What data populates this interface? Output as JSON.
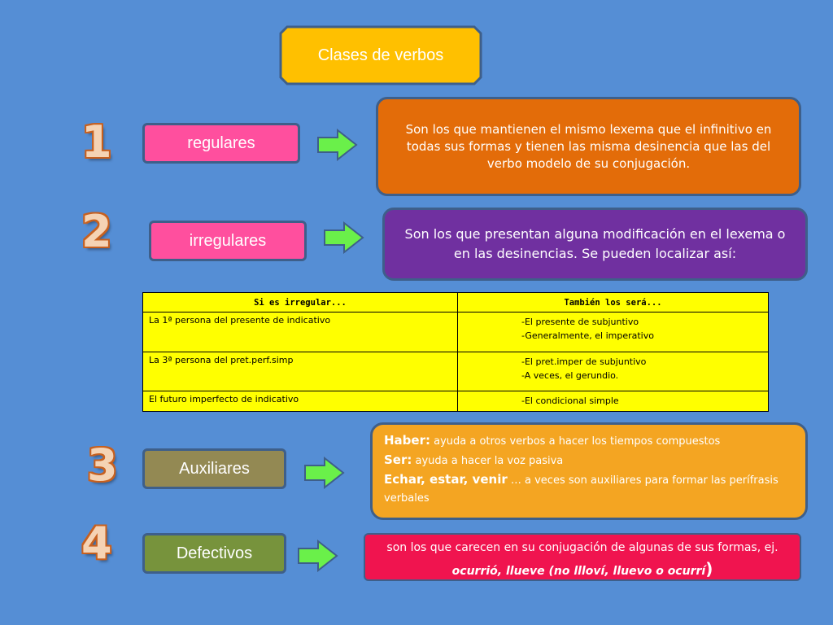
{
  "title": "Clases de verbos",
  "colors": {
    "background": "#558ed5",
    "title_box": "#ffc000",
    "regulares": "#ff4f9e",
    "irregulares": "#ff4f9e",
    "auxiliares": "#938953",
    "defectivos": "#77933c",
    "desc_regulares": "#e36c09",
    "desc_irregulares": "#7030a0",
    "desc_auxiliares": "#f4a522",
    "desc_defectivos": "#f0144f",
    "arrow": "#6af04a",
    "table": "#ffff00"
  },
  "sections": [
    {
      "number": "1",
      "label": "regulares",
      "description": "Son los que mantienen el mismo lexema que el infinitivo en todas sus formas y tienen las misma desinencia que las del verbo modelo de su conjugación."
    },
    {
      "number": "2",
      "label": "irregulares",
      "description": "Son los que presentan alguna modificación en el lexema o en las desinencias. Se pueden localizar así:"
    },
    {
      "number": "3",
      "label": "Auxiliares",
      "items": [
        {
          "key": "Haber:",
          "text": "ayuda a otros verbos a hacer los tiempos compuestos"
        },
        {
          "key": "Ser:",
          "text": "ayuda a hacer la voz pasiva"
        },
        {
          "key": "Echar, estar, venir",
          "text": "… a veces son auxiliares para formar las perífrasis verbales"
        }
      ]
    },
    {
      "number": "4",
      "label": "Defectivos",
      "description_start": "son los que carecen en su conjugación de algunas de sus formas, ej.",
      "description_emphasis": "ocurrió, llueve (no llloví, lluevo o ocurrí",
      "description_end": ")"
    }
  ],
  "table": {
    "headers": [
      "Si es irregular...",
      "También los será..."
    ],
    "rows": [
      {
        "left": "La 1ª persona del presente de indicativo",
        "right": [
          "-El presente de subjuntivo",
          "-Generalmente, el imperativo"
        ]
      },
      {
        "left": "La 3ª persona del pret.perf.simp",
        "right": [
          "-El pret.imper de subjuntivo",
          "-A veces, el gerundio."
        ]
      },
      {
        "left": "El futuro imperfecto de indicativo",
        "right": [
          "-El condicional simple"
        ]
      }
    ]
  }
}
